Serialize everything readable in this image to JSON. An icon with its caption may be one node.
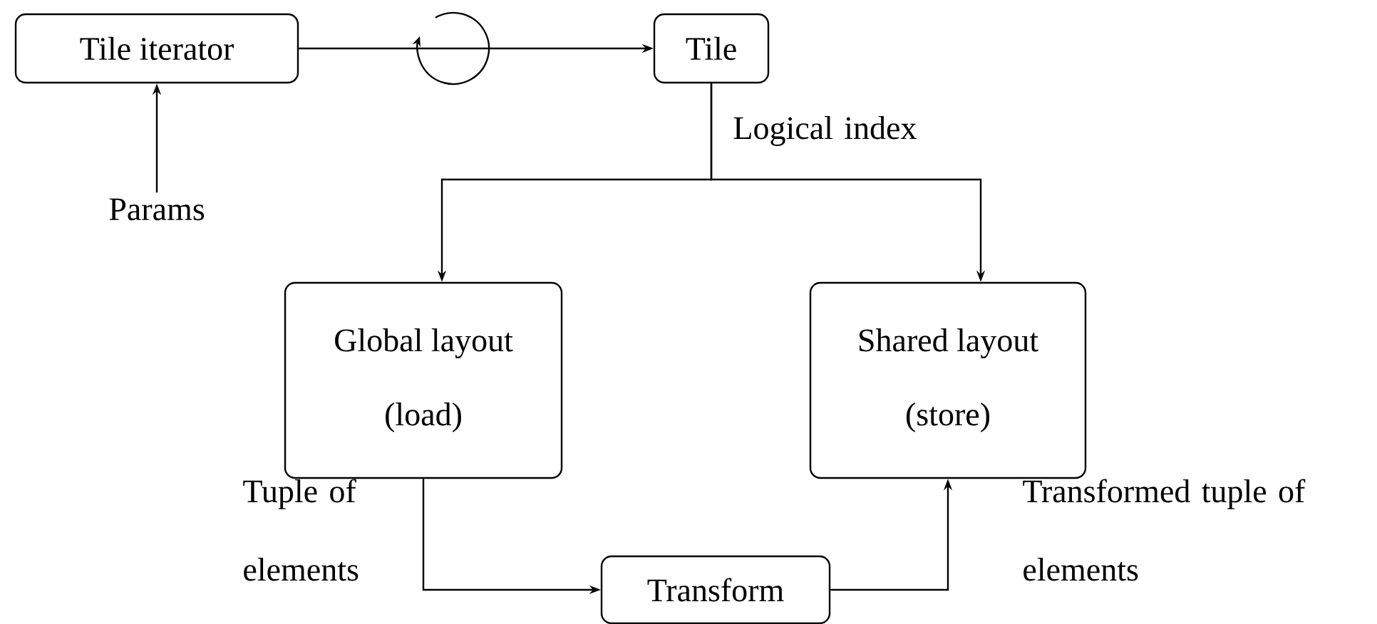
{
  "diagram": {
    "nodes": [
      {
        "text": [
          "Tile iterator"
        ]
      },
      {
        "text": [
          "Tile"
        ]
      },
      {
        "text": [
          "Params"
        ]
      },
      {
        "text": [
          "Global layout",
          "(load)"
        ]
      },
      {
        "text": [
          "Shared layout",
          "(store)"
        ]
      },
      {
        "text": [
          "Transform"
        ]
      }
    ],
    "edges": [
      {
        "from": 0,
        "to": 1,
        "arrow": "to"
      },
      {
        "from": 2,
        "to": 0,
        "arrow": "to"
      },
      {
        "from": 1,
        "to": 3,
        "arrow": "to",
        "label": "Logical index"
      },
      {
        "from": 1,
        "to": 4,
        "arrow": "to"
      },
      {
        "from": 3,
        "to": 5,
        "arrow": "to",
        "label": "Tuple of elements"
      },
      {
        "from": 5,
        "to": 4,
        "arrow": "to",
        "label": "Transformed tuple of elements"
      }
    ]
  }
}
